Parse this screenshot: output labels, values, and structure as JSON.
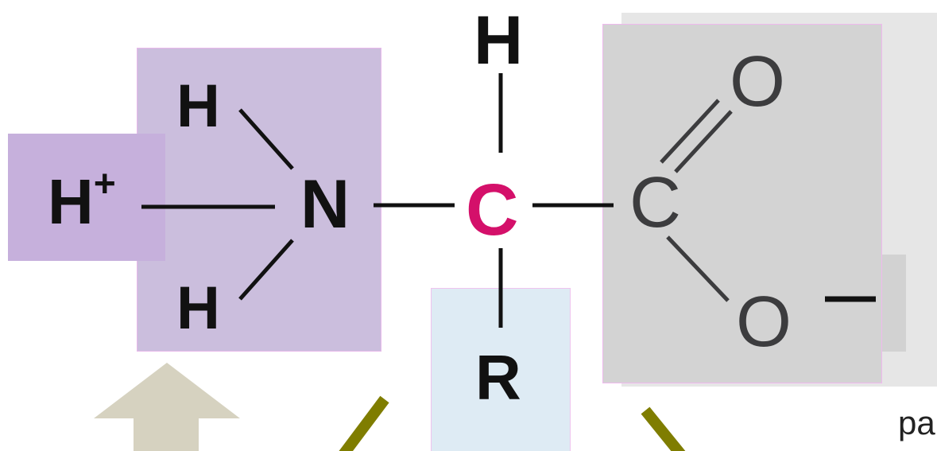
{
  "diagram": {
    "atoms": {
      "h_top": "H",
      "h_upper": "H",
      "h_lower": "H",
      "h_plus_base": "H",
      "h_plus_sign": "+",
      "nitrogen": "N",
      "alpha_carbon": "C",
      "r_group": "R",
      "carboxyl_carbon": "C",
      "oxygen_double": "O",
      "oxygen_single": "O"
    },
    "charge_mark": "—",
    "partial_caption": "pa"
  },
  "colors": {
    "amino_group": "#cbbedd",
    "amino_proton": "#c6b0dc",
    "r_group": "#deebf4",
    "carboxyl_group": "#d3d3d3",
    "alpha_carbon": "#d4106a",
    "up_arrow": "#d6d2c0",
    "pointer_lines": "#7f7d00"
  }
}
